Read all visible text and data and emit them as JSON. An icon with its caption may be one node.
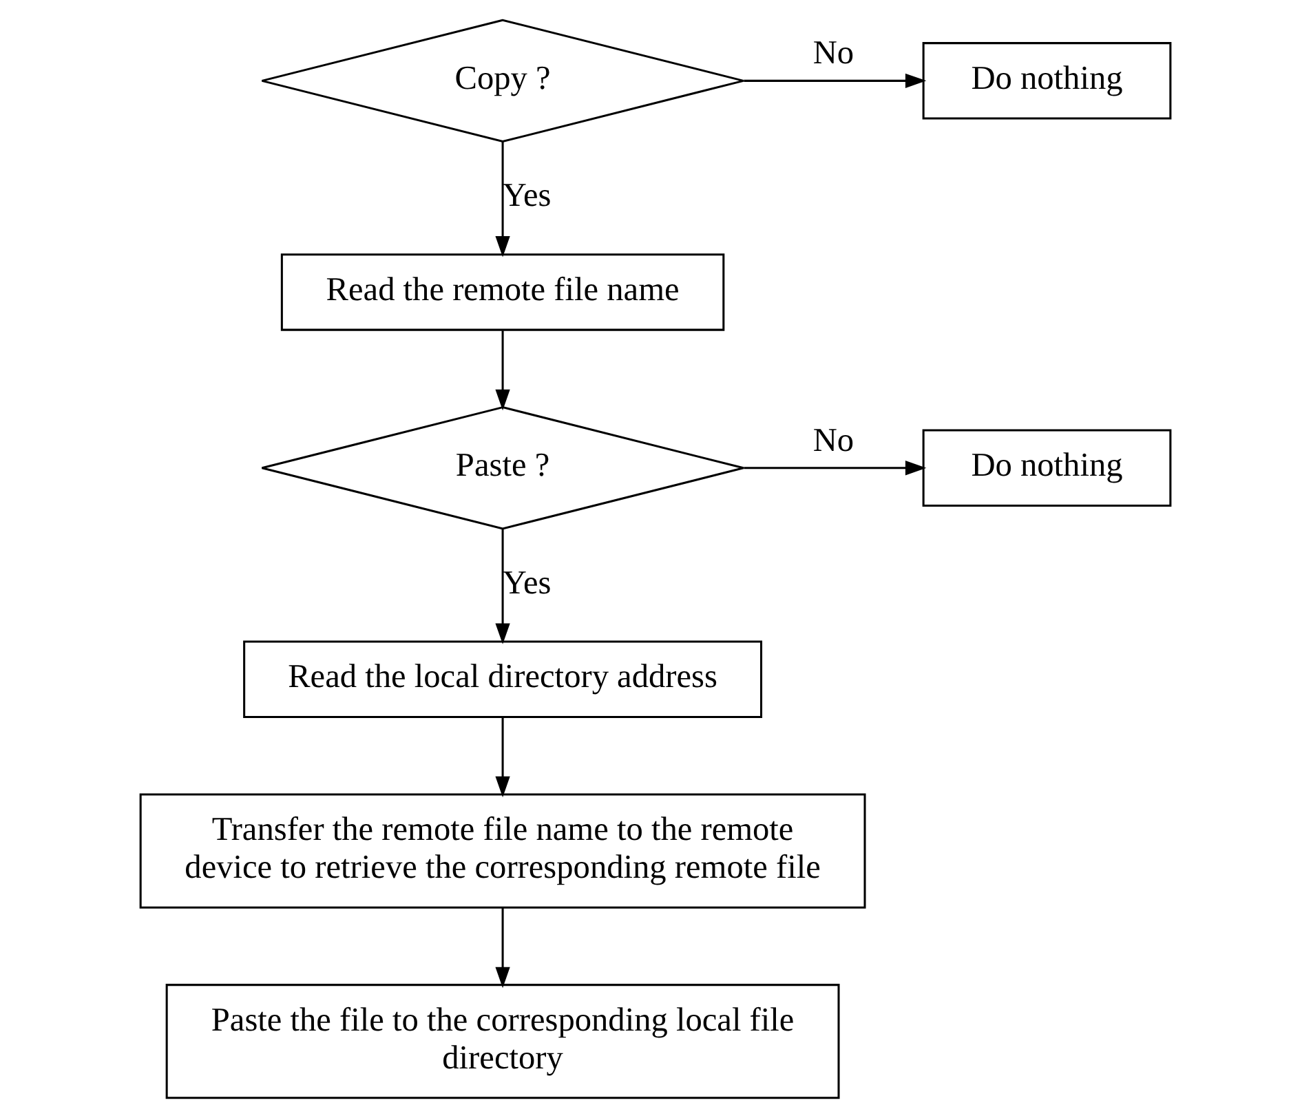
{
  "diagram": {
    "nodes": [
      {
        "text": [
          "Copy ?"
        ]
      },
      {
        "text": [
          "Do nothing"
        ]
      },
      {
        "text": [
          "Read the remote file name"
        ]
      },
      {
        "text": [
          "Paste ?"
        ]
      },
      {
        "text": [
          "Do nothing"
        ]
      },
      {
        "text": [
          "Read the local directory address"
        ]
      },
      {
        "text": [
          "Transfer the remote file name to the remote device to retrieve the corresponding remote file"
        ]
      },
      {
        "text": [
          "Paste the file to the corresponding local file directory"
        ]
      }
    ],
    "edges": [
      {
        "from": 0,
        "to": 1,
        "arrow": "to",
        "label": "No"
      },
      {
        "from": 0,
        "to": 2,
        "arrow": "to",
        "label": "Yes"
      },
      {
        "from": 2,
        "to": 3,
        "arrow": "to"
      },
      {
        "from": 3,
        "to": 4,
        "arrow": "to",
        "label": "No"
      },
      {
        "from": 3,
        "to": 5,
        "arrow": "to",
        "label": "Yes"
      },
      {
        "from": 5,
        "to": 6,
        "arrow": "to"
      },
      {
        "from": 6,
        "to": 7,
        "arrow": "to"
      }
    ]
  }
}
